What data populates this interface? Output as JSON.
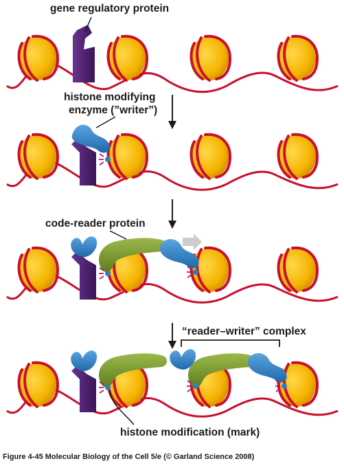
{
  "labels": {
    "gene_regulatory_protein": "gene regulatory protein",
    "writer_line1": "histone modifying",
    "writer_line2": "enzyme (”writer”)",
    "code_reader_protein": "code-reader protein",
    "reader_writer_complex": "“reader–writer” complex",
    "histone_modification": "histone modification (mark)"
  },
  "caption": "Figure 4-45  Molecular Biology of the Cell 5/e (© Garland Science 2008)",
  "colors": {
    "dna": "#c8102e",
    "nucleosome_core": "#f5b400",
    "gene_regulatory_protein": "#4b1f6f",
    "writer_enzyme": "#2b7fc4",
    "reader_protein": "#7a9a2a",
    "mark": "#2b7fc4",
    "arrow": "#1a1a1a",
    "spread_arrow": "#cccccc"
  }
}
